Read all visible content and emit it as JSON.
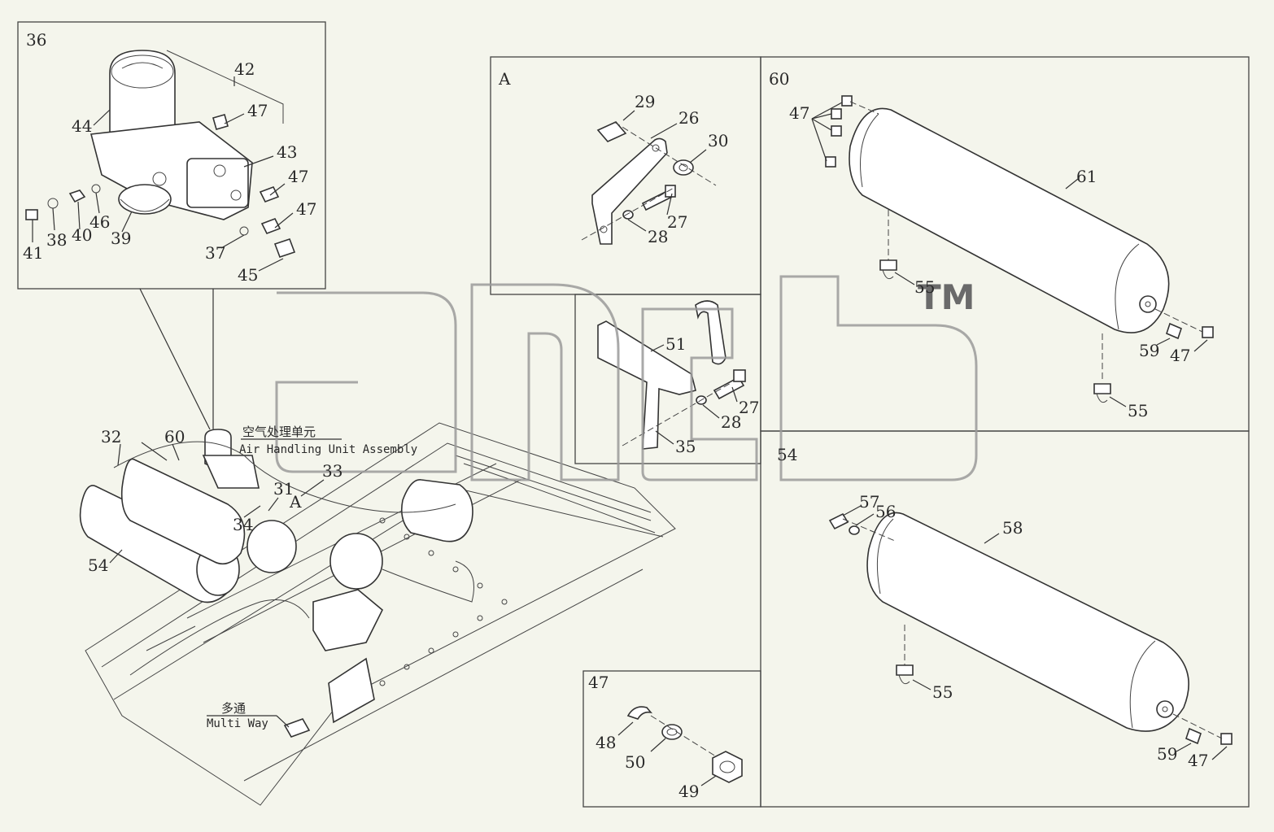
{
  "panels": {
    "air_unit_box_label": "36",
    "detail_a_label": "A",
    "tank_60_box_label": "60",
    "tank_54_box_label": "54",
    "nut_47_box_label": "47"
  },
  "captions": {
    "air_unit_cn": "空气处理单元",
    "air_unit_en": "Air Handling Unit Assembly",
    "multi_way_cn": "多通",
    "multi_way_en": "Multi Way"
  },
  "watermark": {
    "tm": "TM"
  },
  "callouts": {
    "c42": "42",
    "c44": "44",
    "c47a": "47",
    "c43": "43",
    "c47b": "47",
    "c47c": "47",
    "c41": "41",
    "c38": "38",
    "c40": "40",
    "c46": "46",
    "c39": "39",
    "c37": "37",
    "c45": "45",
    "c29": "29",
    "c26": "26",
    "c30": "30",
    "c27a": "27",
    "c28a": "28",
    "c51": "51",
    "c27b": "27",
    "c28b": "28",
    "c35": "35",
    "c47d": "47",
    "c61": "61",
    "c55a": "55",
    "c59a": "59",
    "c47e": "47",
    "c55b": "55",
    "c57": "57",
    "c56": "56",
    "c58": "58",
    "c55c": "55",
    "c59b": "59",
    "c47f": "47",
    "c48": "48",
    "c50": "50",
    "c49": "49",
    "c32": "32",
    "c60": "60",
    "c33": "33",
    "c31": "31",
    "cA": "A",
    "c34": "34",
    "c54": "54"
  }
}
